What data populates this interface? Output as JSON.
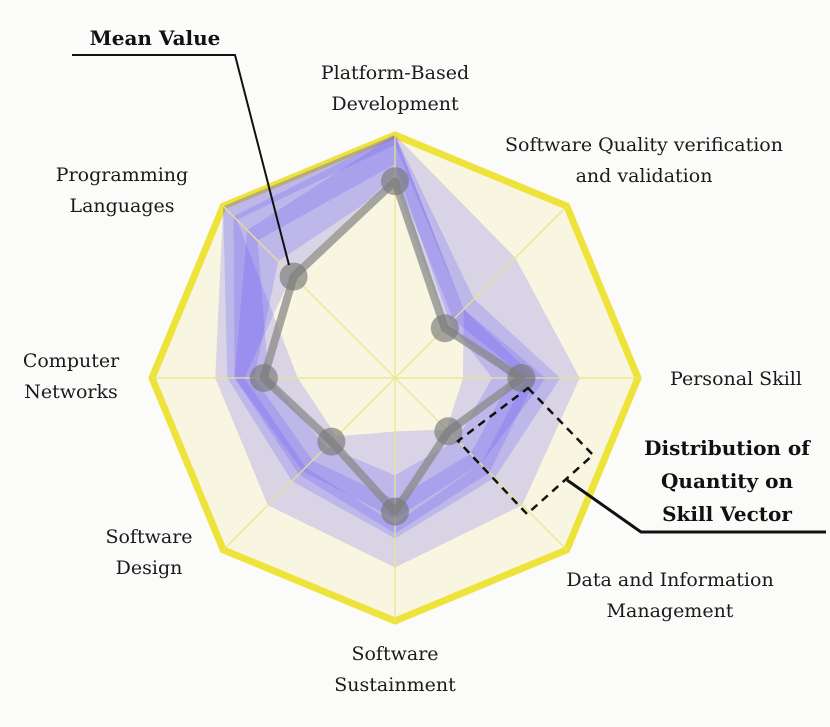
{
  "chart_data": {
    "type": "radar",
    "axes": [
      {
        "label": [
          "Platform-Based",
          "Development"
        ]
      },
      {
        "label": [
          "Software Quality verification",
          "and validation"
        ]
      },
      {
        "label": [
          "Personal Skill"
        ]
      },
      {
        "label": [
          "Data and Information",
          "Management"
        ]
      },
      {
        "label": [
          "Software",
          "Sustainment"
        ]
      },
      {
        "label": [
          "Software",
          "Design"
        ]
      },
      {
        "label": [
          "Computer",
          "Networks"
        ]
      },
      {
        "label": [
          "Programming",
          "Languages"
        ]
      }
    ],
    "range": [
      0,
      1
    ],
    "mean_values": [
      0.81,
      0.29,
      0.52,
      0.31,
      0.55,
      0.37,
      0.54,
      0.59
    ],
    "distribution_bands": [
      {
        "lower": [
          0.96,
          0.4,
          0.28,
          0.3,
          0.22,
          0.34,
          0.4,
          0.92
        ],
        "upper": [
          1.0,
          0.7,
          0.76,
          0.74,
          0.78,
          0.74,
          0.74,
          1.0
        ]
      },
      {
        "lower": [
          0.88,
          0.32,
          0.4,
          0.36,
          0.4,
          0.4,
          0.52,
          0.8
        ],
        "upper": [
          1.0,
          0.46,
          0.68,
          0.58,
          0.66,
          0.6,
          0.69,
          1.0
        ]
      },
      {
        "lower": [
          0.8,
          0.3,
          0.48,
          0.44,
          0.5,
          0.48,
          0.58,
          0.68
        ],
        "upper": [
          1.0,
          0.4,
          0.62,
          0.5,
          0.58,
          0.54,
          0.66,
          0.94
        ]
      },
      {
        "lower": [
          0.84,
          0.34,
          0.54,
          0.5,
          0.6,
          0.52,
          0.62,
          0.6
        ],
        "upper": [
          1.0,
          0.4,
          0.58,
          0.55,
          0.64,
          0.56,
          0.66,
          0.86
        ]
      }
    ],
    "colors": {
      "frame": "#ede33a",
      "fill": "#f8f6e0",
      "spoke": "#ece48a",
      "band": "#5c4dfa",
      "mean_line": "#8a8a8a",
      "mean_marker": "#787878",
      "callout": "#111111"
    }
  },
  "annotations": {
    "mean_value": [
      "Mean Value"
    ],
    "distribution": [
      "Distribution of",
      "Quantity on",
      "Skill Vector"
    ]
  }
}
